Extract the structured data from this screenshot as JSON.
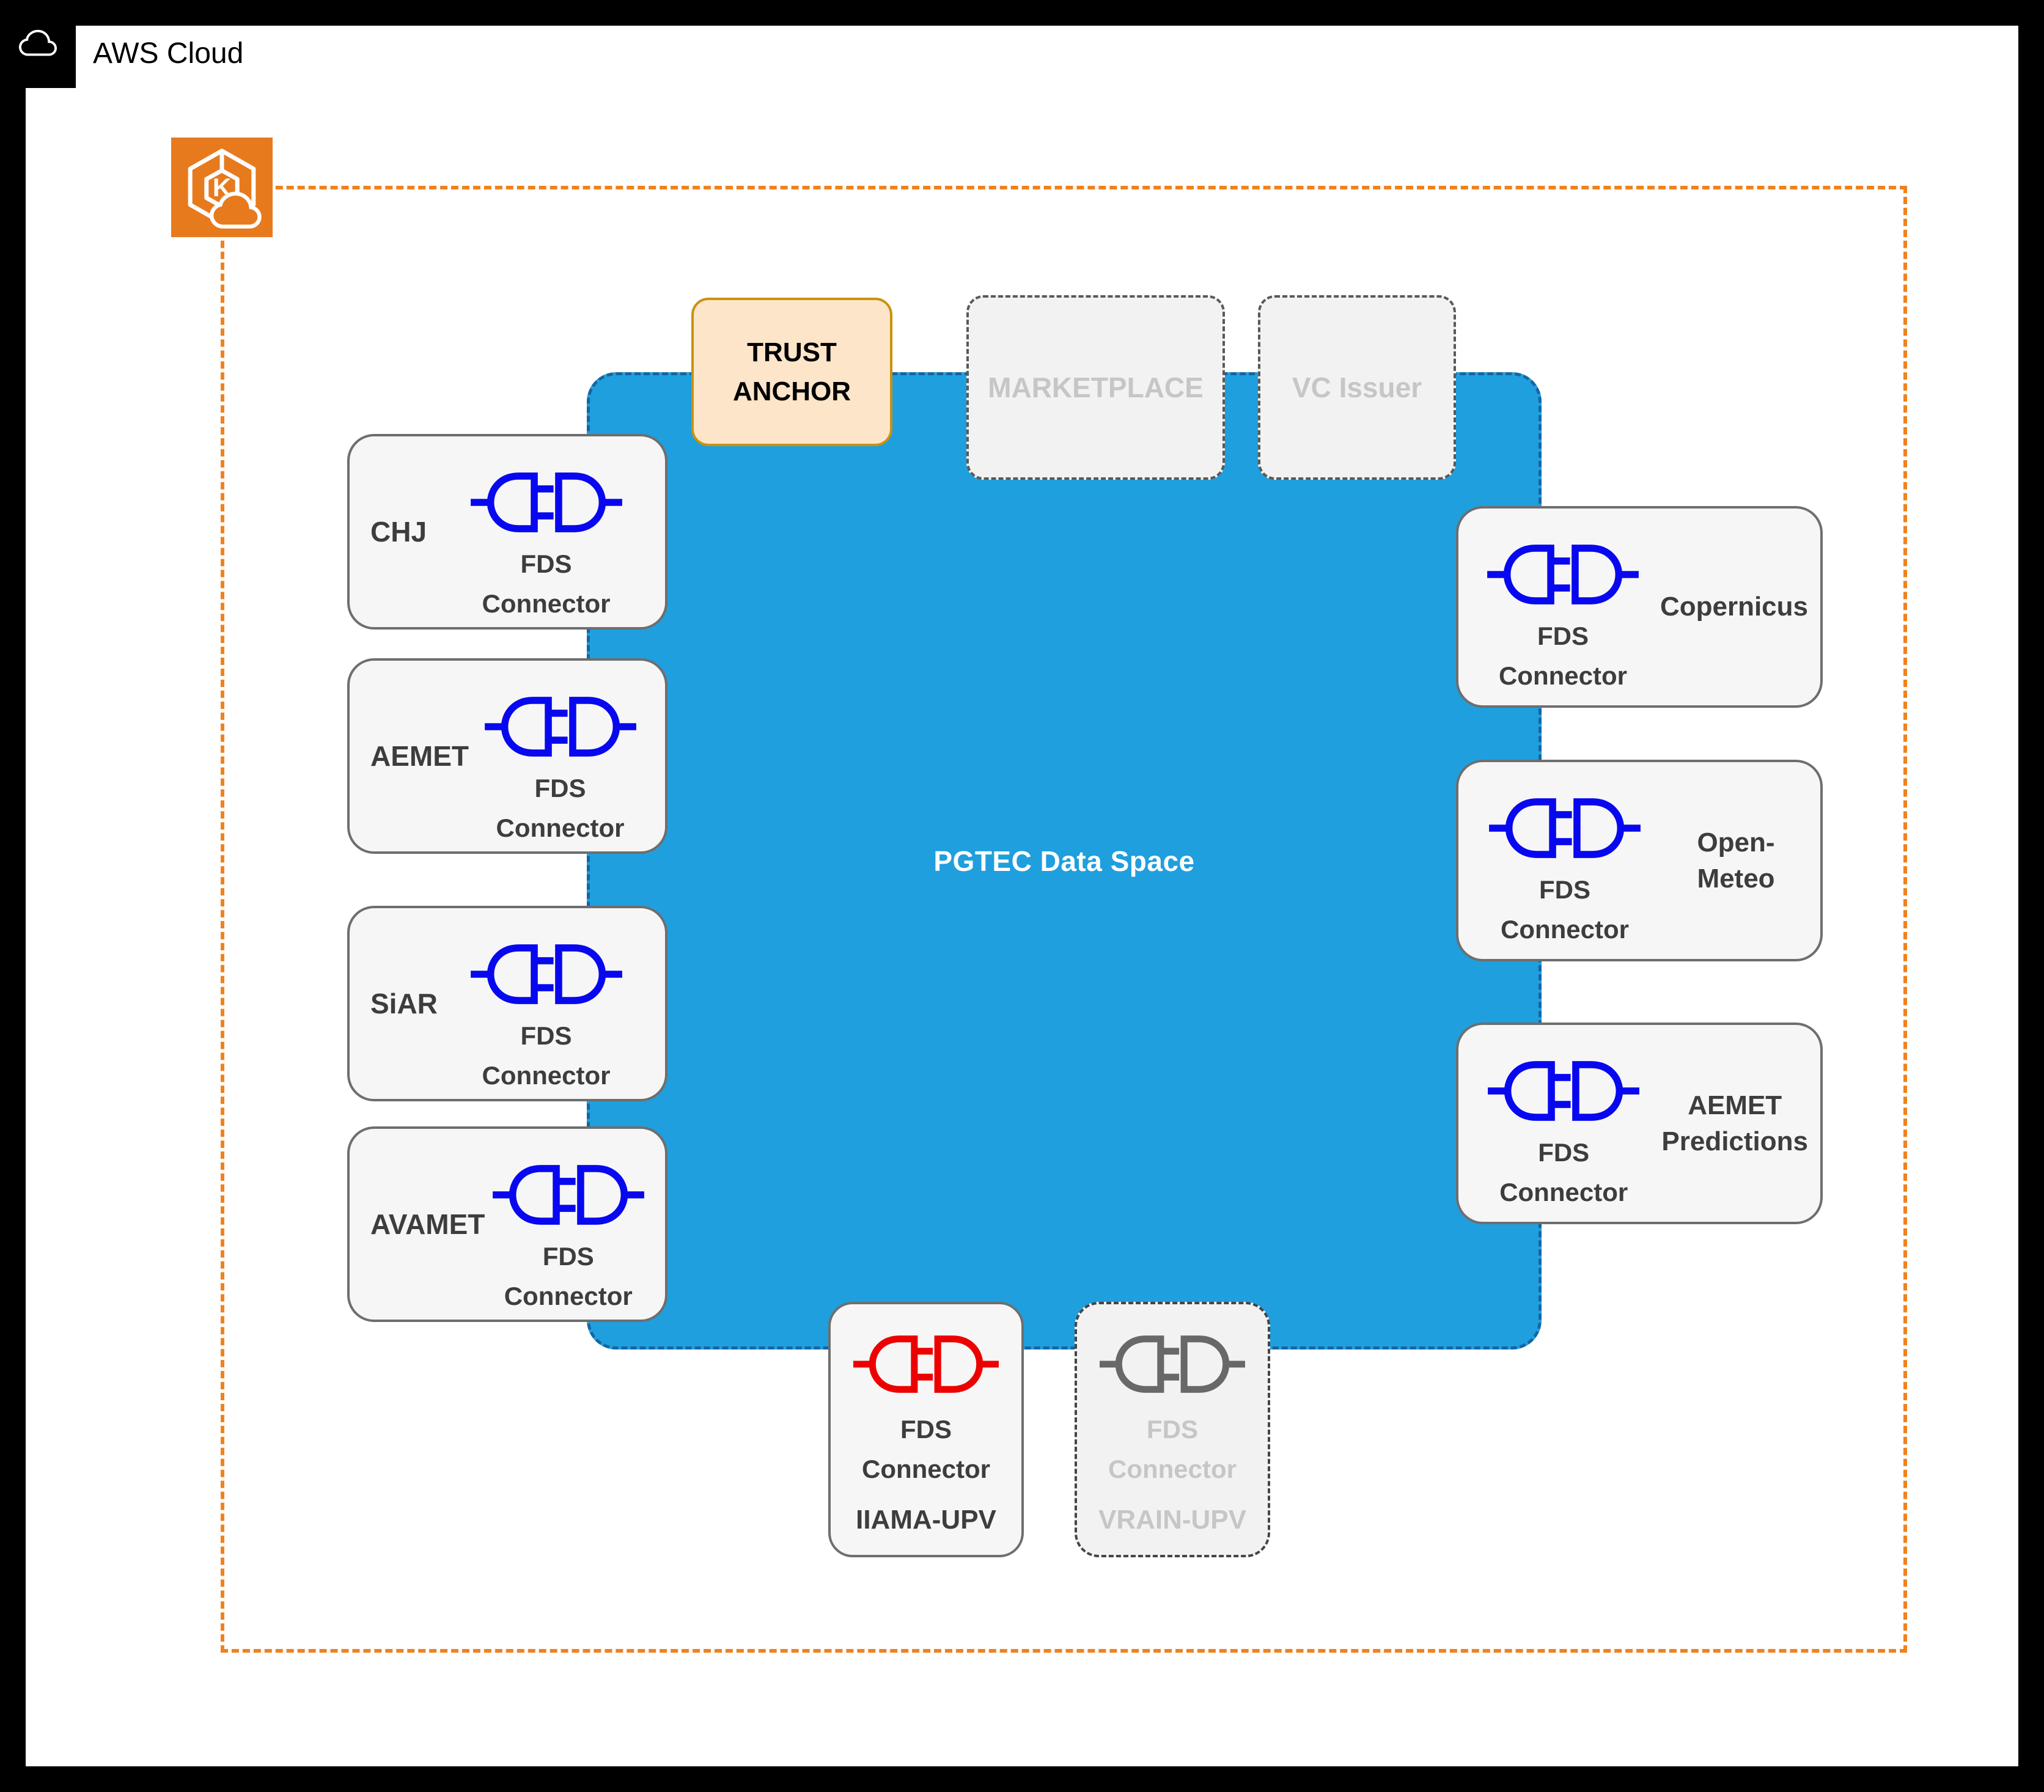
{
  "header": {
    "title": "AWS Cloud"
  },
  "icons": {
    "group_icon": "aws-cloud-icon",
    "cluster_icon": "eks-kubernetes-icon",
    "connector_icon": "plug-connector-icon"
  },
  "data_space": {
    "label": "PGTEC Data Space"
  },
  "top_nodes": {
    "trust_anchor": {
      "label": "TRUST ANCHOR"
    },
    "marketplace": {
      "label": "MARKETPLACE"
    },
    "vc_issuer": {
      "label": "VC Issuer"
    }
  },
  "fds_connector": {
    "line1": "FDS",
    "line2": "Connector"
  },
  "left_nodes": [
    {
      "name": "CHJ"
    },
    {
      "name": "AEMET"
    },
    {
      "name": "SiAR"
    },
    {
      "name": "AVAMET"
    }
  ],
  "right_nodes": [
    {
      "name": "Copernicus"
    },
    {
      "name": "Open-Meteo"
    },
    {
      "name": "AEMET Predictions"
    }
  ],
  "bottom_nodes": [
    {
      "name": "IIAMA-UPV",
      "state": "active"
    },
    {
      "name": "VRAIN-UPV",
      "state": "inactive"
    }
  ],
  "colors": {
    "data_space_fill": "#1F9FDE",
    "data_space_border": "#1765A0",
    "plug_blue": "#0808F0",
    "plug_red": "#EC0000",
    "plug_gray": "#686868",
    "aws_orange": "#E87A1E",
    "cluster_orange": "#F0821E",
    "trust_anchor_fill": "#FCE5C8",
    "trust_anchor_border": "#C9920E",
    "muted_text": "#C6C6C6"
  }
}
